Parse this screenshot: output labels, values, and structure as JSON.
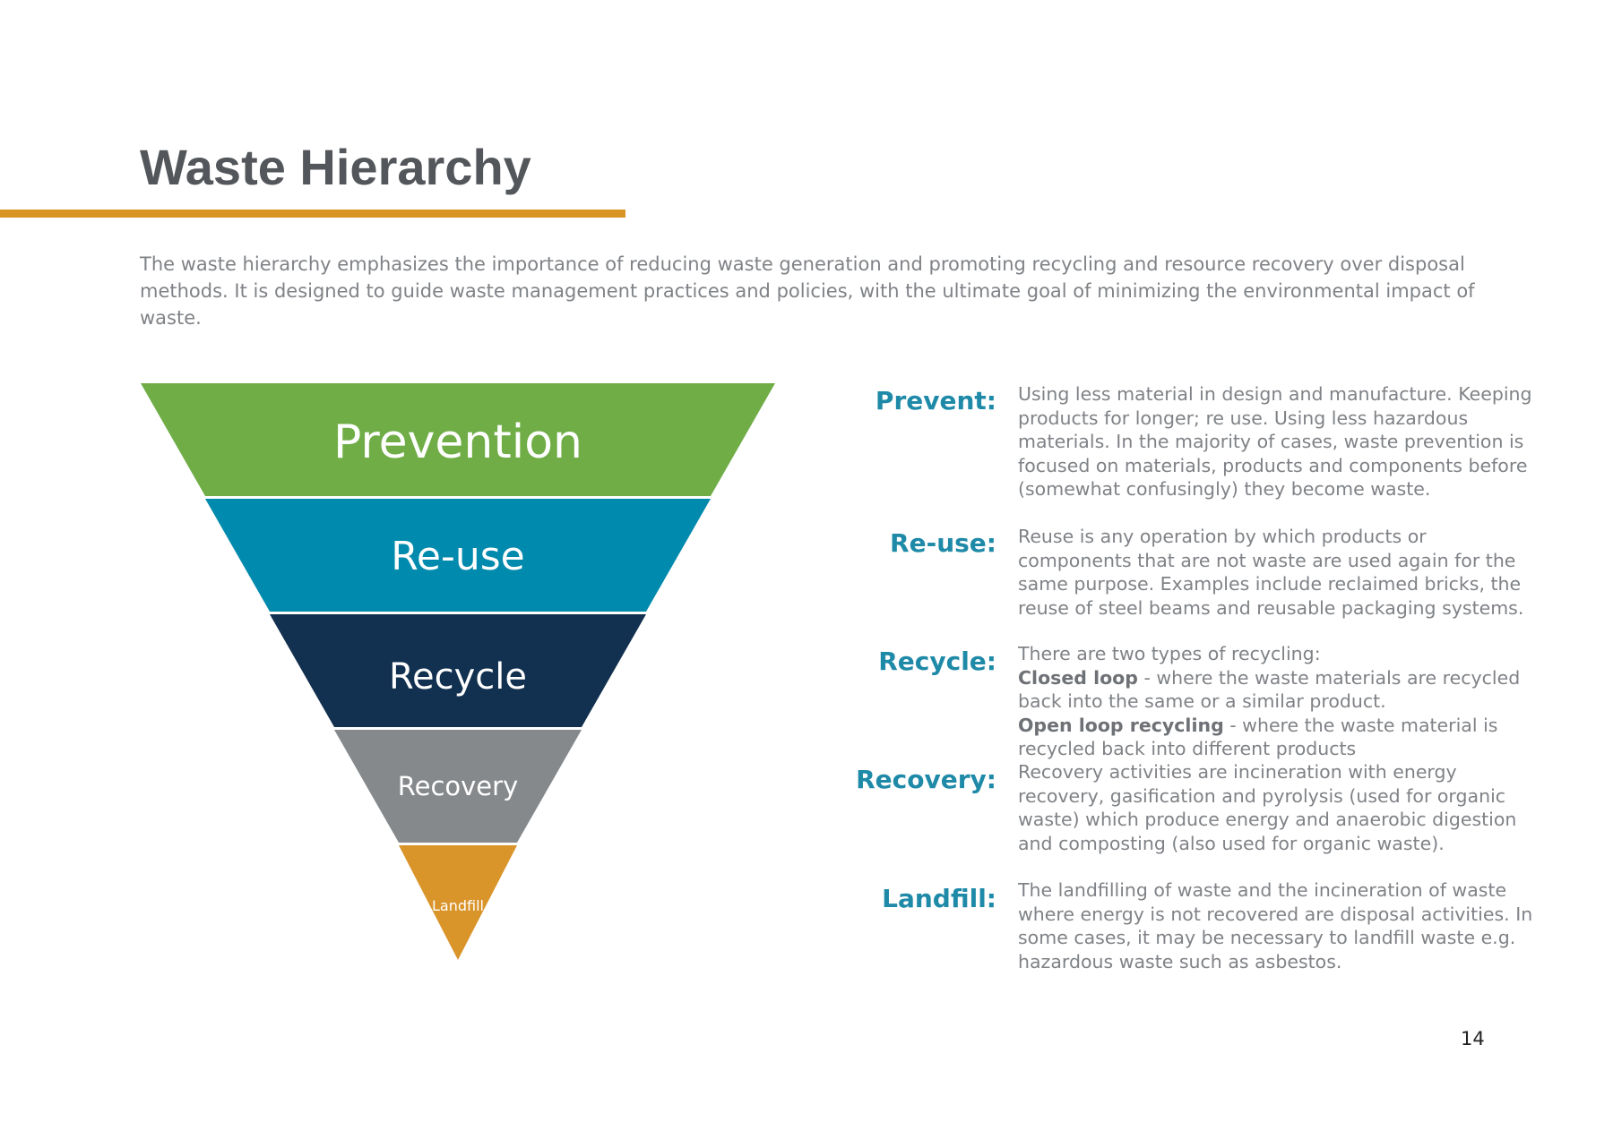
{
  "page": {
    "title": "Waste Hierarchy",
    "intro": "The waste hierarchy emphasizes the importance of reducing waste generation and promoting recycling and resource recovery over disposal methods. It is designed to guide waste management practices and policies, with the ultimate goal of minimizing the environmental impact of waste.",
    "page_number": "14"
  },
  "hierarchy": {
    "levels": [
      {
        "label": "Prevention",
        "color": "#70ad47"
      },
      {
        "label": "Re-use",
        "color": "#008aad"
      },
      {
        "label": "Recycle",
        "color": "#12304f"
      },
      {
        "label": "Recovery",
        "color": "#86898c"
      },
      {
        "label": "Landfill",
        "color": "#d9942a"
      }
    ]
  },
  "definitions": [
    {
      "term": "Prevent:",
      "text": "Using less material in design and manufacture. Keeping products for longer; re use. Using less hazardous materials.  In the majority of cases, waste prevention is focused on materials, products and components before (somewhat confusingly) they become waste."
    },
    {
      "term": "Re-use:",
      "text": "Reuse is any operation by which products or components that are not waste are used again for the same purpose. Examples include reclaimed bricks, the reuse of steel beams and reusable packaging systems."
    },
    {
      "term": "Recycle:",
      "intro": "There are two types of recycling:",
      "closed_label": "Closed loop",
      "closed_text": " - where the waste materials are recycled back into the same or a similar product.",
      "open_label": "Open loop recycling",
      "open_text": " - where the waste material is recycled back into different products"
    },
    {
      "term": "Recovery:",
      "text": "Recovery activities are incineration with energy recovery, gasification and pyrolysis (used for organic waste) which produce energy and anaerobic digestion and composting (also used for organic waste)."
    },
    {
      "term": "Landfill:",
      "text": "The landfilling of waste and the incineration of waste where energy is not recovered are disposal activities. In some cases, it may be necessary to landfill waste e.g. hazardous waste such as asbestos."
    }
  ]
}
